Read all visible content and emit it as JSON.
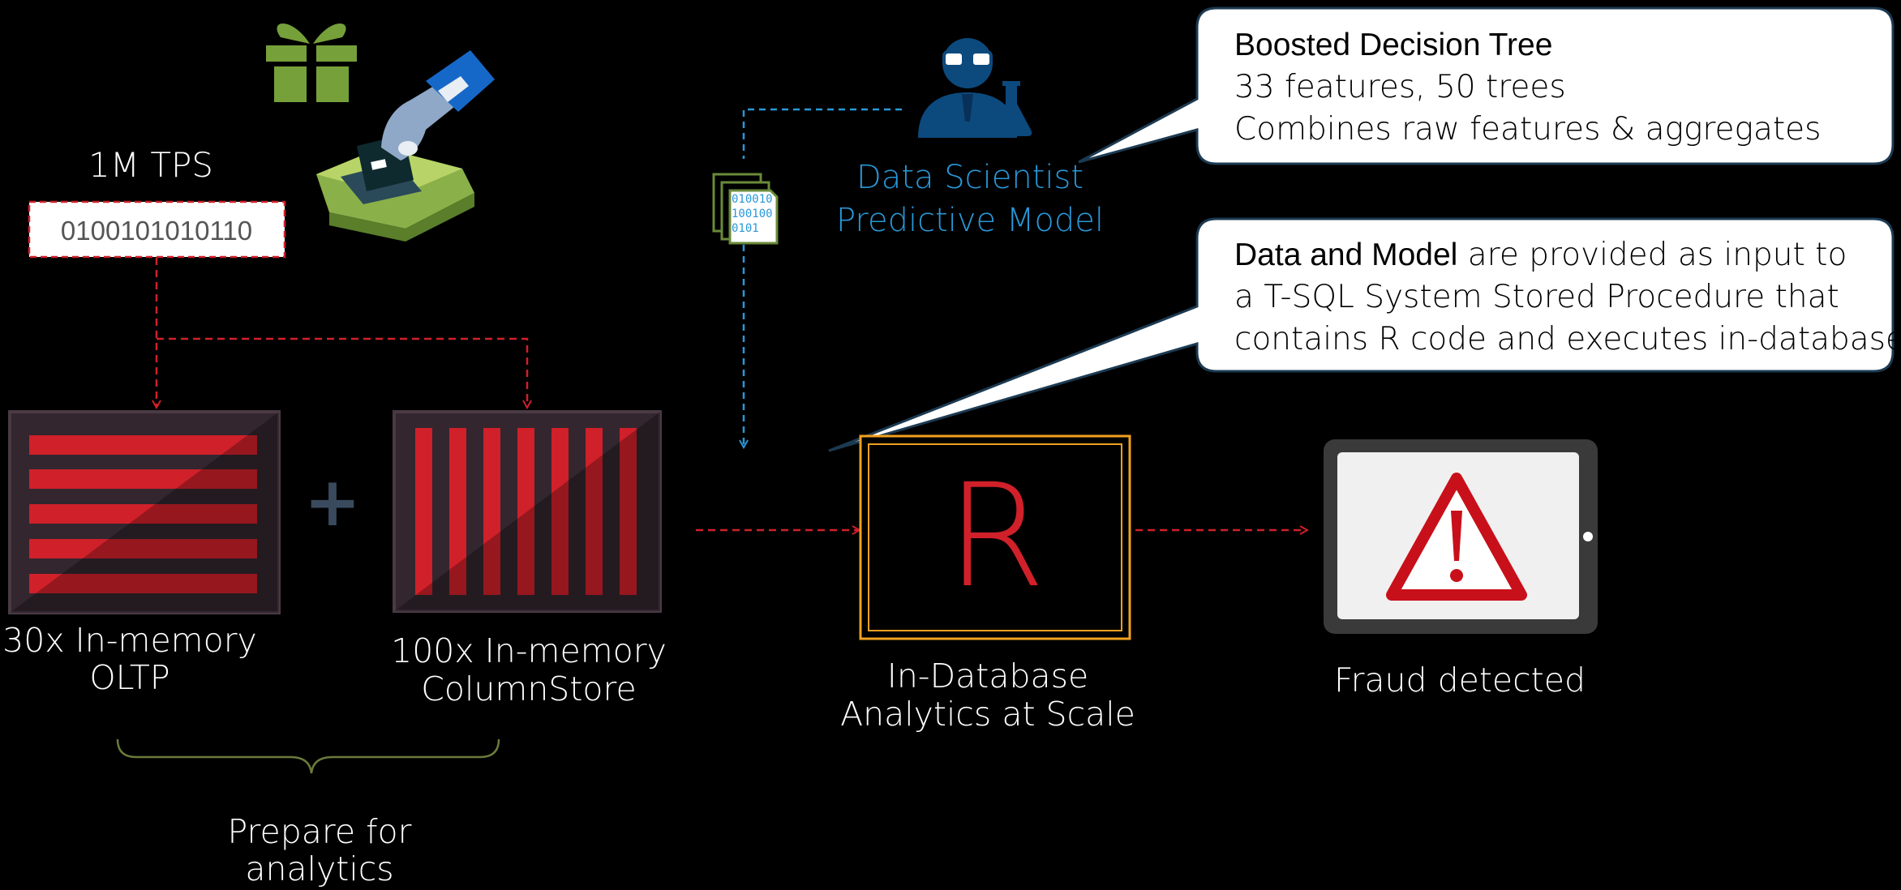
{
  "tps_label": "1M TPS",
  "binary_value": "0100101010110",
  "oltp": {
    "line1": "30x In-memory",
    "line2": "OLTP"
  },
  "columnstore": {
    "line1": "100x In-memory",
    "line2": "ColumnStore"
  },
  "plus_sign": "+",
  "prepare": {
    "line1": "Prepare for",
    "line2": "analytics"
  },
  "scientist": {
    "line1": "Data Scientist",
    "line2": "Predictive Model"
  },
  "doc_icon_bits": [
    "010010",
    "100100",
    "0101"
  ],
  "callout_model": {
    "title": "Boosted Decision Tree",
    "line2": "33 features, 50 trees",
    "line3": "Combines raw features & aggregates"
  },
  "callout_proc": {
    "bold": "Data and Model",
    "line1_rest": " are provided as input to",
    "line2": "a T-SQL System Stored Procedure that",
    "line3": "contains R code and executes in-database"
  },
  "r_box": {
    "letter": "R",
    "line1": "In-Database",
    "line2": "Analytics at Scale"
  },
  "fraud": {
    "label": "Fraud detected"
  },
  "colors": {
    "red": "#d0202a",
    "red_dark": "#b01018",
    "blue": "#2898d8",
    "green": "#76a03a",
    "orange": "#f0a020",
    "panel": "#33262f"
  }
}
